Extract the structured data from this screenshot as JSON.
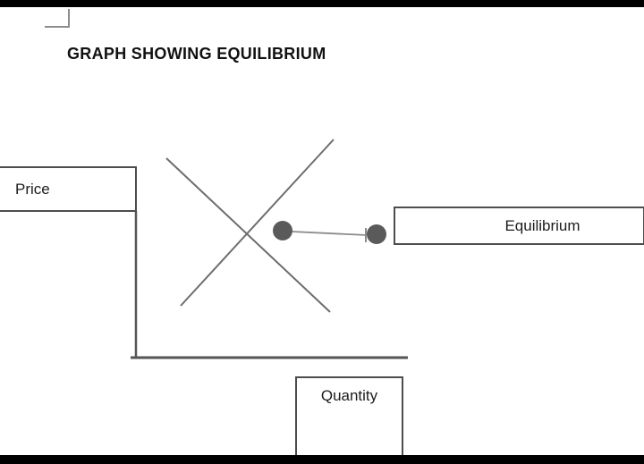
{
  "header": {
    "title": "GRAPH SHOWING EQUILIBRIUM"
  },
  "labels": {
    "price": "Price",
    "equilibrium": "Equilibrium",
    "quantity": "Quantity"
  },
  "colors": {
    "axis": "#555555",
    "curve": "#6d6d6d",
    "connector": "#8b8b8b",
    "dot": "#5a5a5a",
    "box_border": "#4d4d4d",
    "text": "#1c1c1c",
    "background": "#ffffff",
    "letterbox": "#000000"
  }
}
